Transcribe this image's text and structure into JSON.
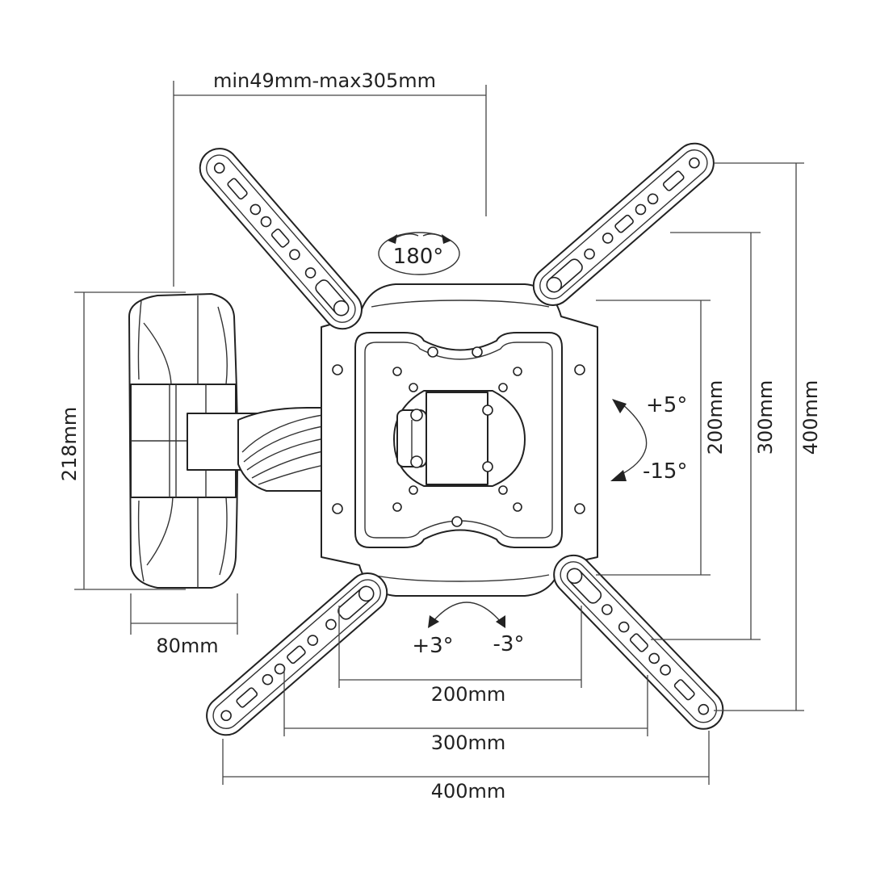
{
  "labels": {
    "arm_extension": "min49mm-max305mm",
    "swivel": "180°",
    "tilt_up": "+5°",
    "tilt_down": "-15°",
    "height_wall_plate": "218mm",
    "width_wall_plate": "80mm",
    "rotate_plus": "+3°",
    "rotate_minus": "-3°",
    "vesa_h_200": "200mm",
    "vesa_h_300": "300mm",
    "vesa_h_400": "400mm",
    "vesa_v_200": "200mm",
    "vesa_v_300": "300mm",
    "vesa_v_400": "400mm"
  }
}
